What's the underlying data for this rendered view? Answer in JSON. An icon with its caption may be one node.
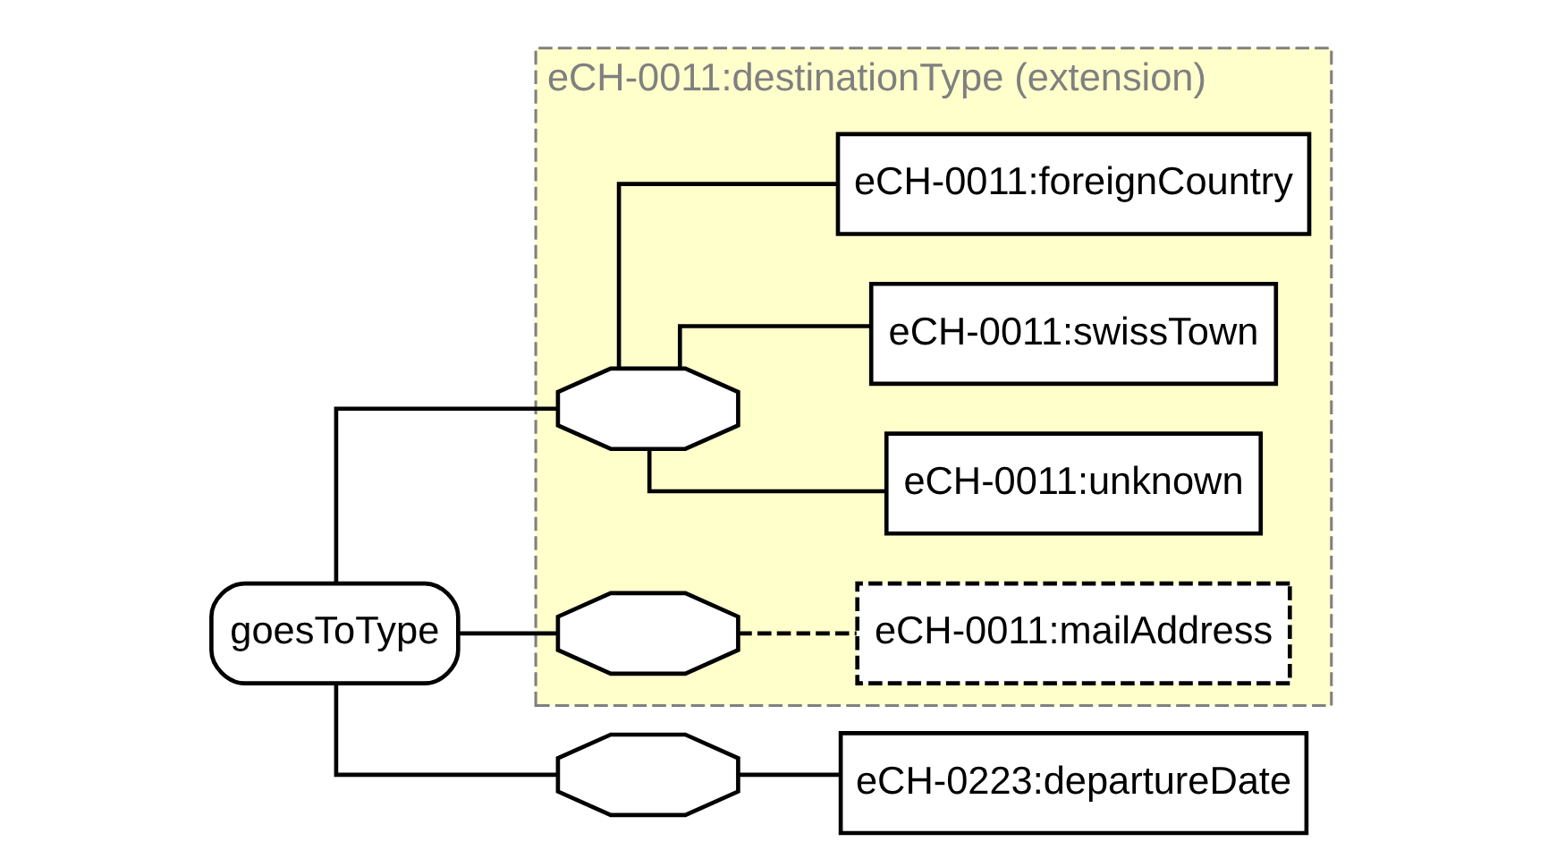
{
  "diagram": {
    "nodes": [
      {
        "text": [
          "eCH-0011:destinationType (extension)"
        ]
      },
      {
        "text": [
          "goesToType"
        ]
      },
      {
        "text": [],
        "shape": "octagon",
        "in": 0
      },
      {
        "text": [
          "eCH-0011:unknown"
        ],
        "in": 0
      },
      {
        "text": [
          "eCH-0011:swissTown"
        ],
        "in": 0
      },
      {
        "text": [
          "eCH-0011:foreignCountry"
        ],
        "in": 0
      },
      {
        "text": [],
        "shape": "octagon",
        "in": 0
      },
      {
        "text": [
          "eCH-0011:mailAddress"
        ],
        "in": 0
      },
      {
        "text": [],
        "shape": "octagon"
      },
      {
        "text": [
          "eCH-0223:departureDate"
        ]
      }
    ],
    "edges": [
      {
        "from": 1,
        "to": 2,
        "arrow": "none"
      },
      {
        "from": 1,
        "to": 6,
        "arrow": "none"
      },
      {
        "from": 1,
        "to": 8,
        "arrow": "none"
      },
      {
        "from": 2,
        "to": 3,
        "arrow": "none"
      },
      {
        "from": 2,
        "to": 4,
        "arrow": "none"
      },
      {
        "from": 2,
        "to": 5,
        "arrow": "none"
      },
      {
        "from": 6,
        "to": 7,
        "arrow": "none",
        "style": "dashed"
      },
      {
        "from": 8,
        "to": 9,
        "arrow": "none"
      }
    ]
  }
}
